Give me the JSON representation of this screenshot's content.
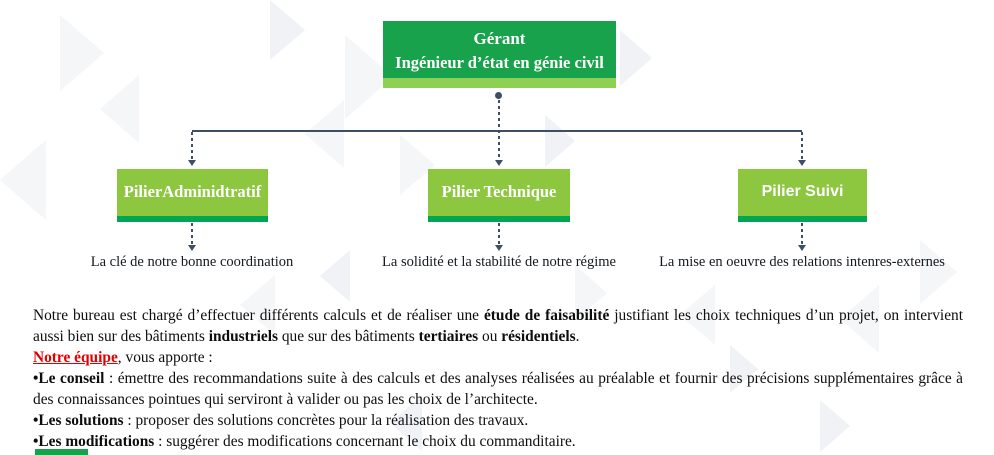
{
  "colors": {
    "root_green": "#18a24b",
    "root_strip": "#8ed054",
    "pillar_green": "#8dc63f",
    "pillar_strip": "#00a651",
    "line": "#3f4e63",
    "accent_red": "#e00000"
  },
  "org_chart": {
    "root": {
      "title": "Gérant",
      "subtitle": "Ingénieur d’état en génie civil"
    },
    "pillars": [
      {
        "label": "PilierAdminidtratif",
        "caption": "La clé de notre bonne coordination"
      },
      {
        "label": "Pilier Technique",
        "caption": "La solidité et la stabilité de notre régime"
      },
      {
        "label": "Pilier Suivi",
        "caption": "La mise en oeuvre des relations intenres-externes"
      }
    ]
  },
  "body": {
    "intro": [
      {
        "t": "Notre bureau est chargé d’effectuer différents calculs et de réaliser une "
      },
      {
        "t": "étude de faisabilité",
        "b": true
      },
      {
        "t": " justifiant les choix techniques d’un projet, on intervient aussi bien sur des bâtiments "
      },
      {
        "t": "industriels",
        "b": true
      },
      {
        "t": " que sur des bâtiments "
      },
      {
        "t": "tertiaires",
        "b": true
      },
      {
        "t": " ou "
      },
      {
        "t": "résidentiels",
        "b": true
      },
      {
        "t": "."
      }
    ],
    "team_heading": [
      {
        "t": "Notre équipe",
        "b": true,
        "u": true,
        "c": "#e00000"
      },
      {
        "t": ", vous apporte :"
      }
    ],
    "bullets": [
      [
        {
          "t": "•Le conseil",
          "b": true
        },
        {
          "t": " : émettre des recommandations suite à des calculs et des analyses réalisées au préalable et fournir des précisions supplémentaires grâce à des connaissances pointues qui serviront à valider ou pas les choix de l’architecte."
        }
      ],
      [
        {
          "t": "•Les solutions",
          "b": true
        },
        {
          "t": " : proposer des solutions concrètes pour la réalisation des travaux."
        }
      ],
      [
        {
          "t": "•Les modifications",
          "b": true
        },
        {
          "t": " : suggérer des modifications concernant le choix du commanditaire."
        }
      ]
    ]
  }
}
